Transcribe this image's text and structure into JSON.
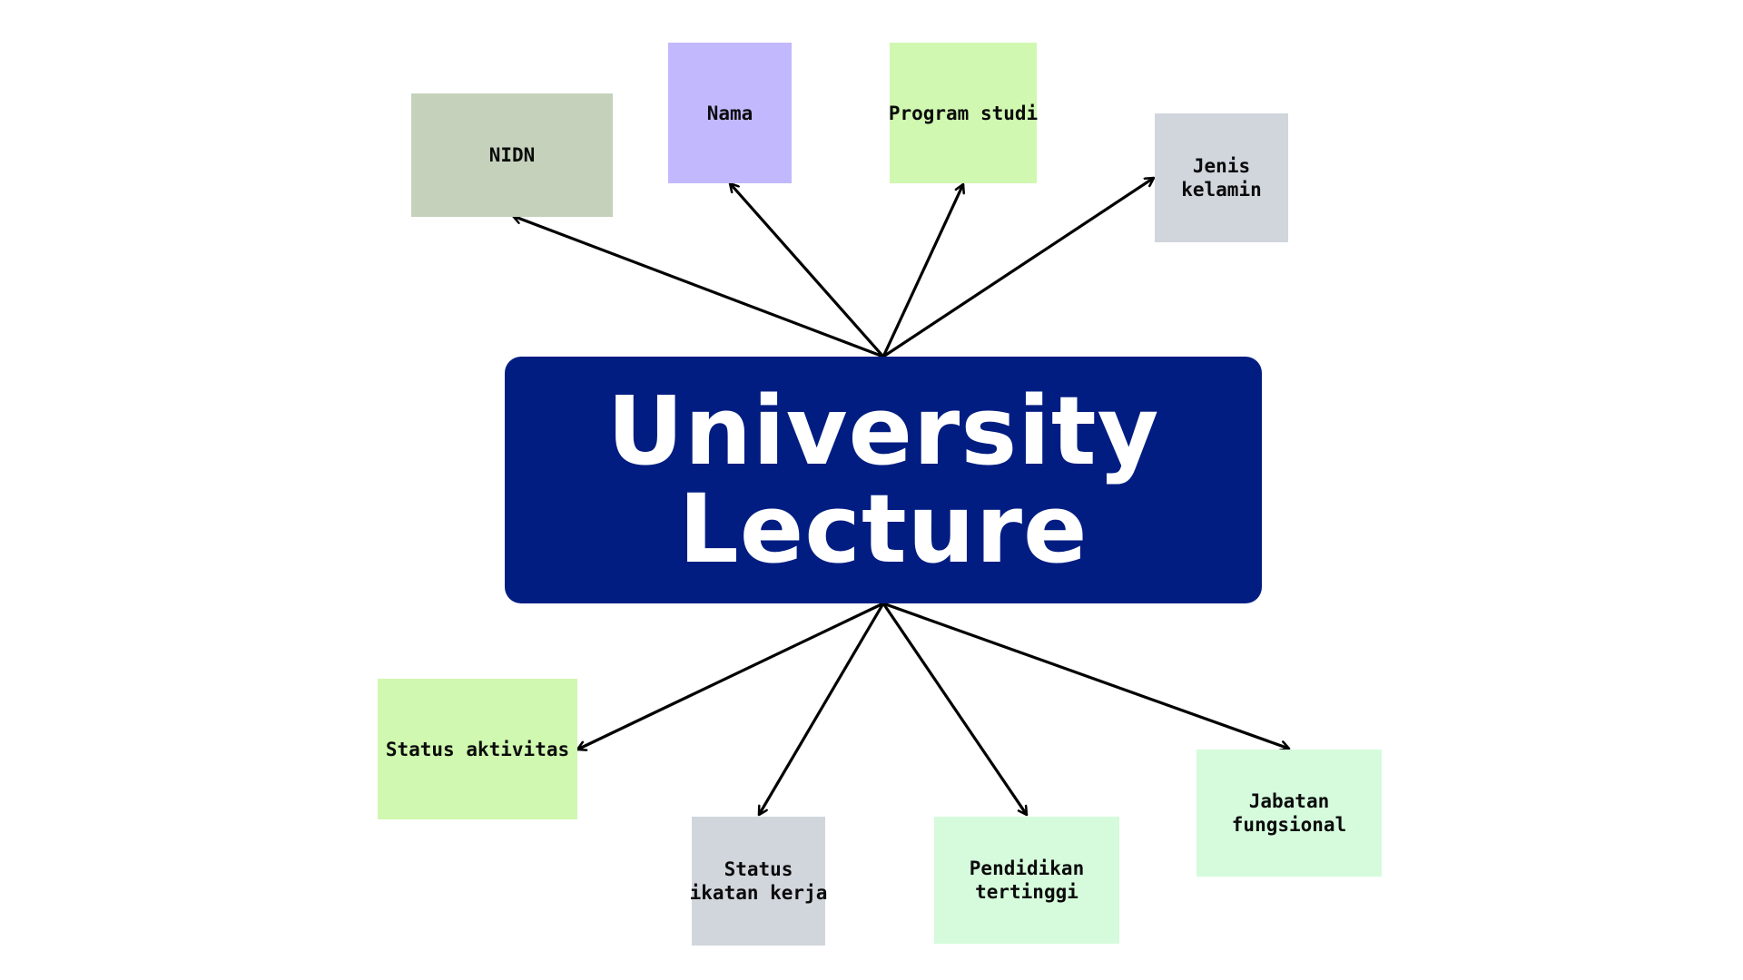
{
  "diagram": {
    "center": {
      "line1": "University",
      "line2": "Lecture",
      "fill": "#021d82",
      "text_color": "#ffffff"
    },
    "attributes": [
      {
        "id": "nidn",
        "lines": [
          "NIDN"
        ],
        "color": "#c5d1bb"
      },
      {
        "id": "nama",
        "lines": [
          "Nama"
        ],
        "color": "#c2b8fd"
      },
      {
        "id": "program-studi",
        "lines": [
          "Program studi"
        ],
        "color": "#d0f8b0"
      },
      {
        "id": "jenis-kelamin",
        "lines": [
          "Jenis",
          "kelamin"
        ],
        "color": "#d1d5dc"
      },
      {
        "id": "status-aktivitas",
        "lines": [
          "Status aktivitas"
        ],
        "color": "#d0f8b0"
      },
      {
        "id": "status-ikatan-kerja",
        "lines": [
          "Status",
          "ikatan kerja"
        ],
        "color": "#d1d5dc"
      },
      {
        "id": "pendidikan-tertinggi",
        "lines": [
          "Pendidikan",
          "tertinggi"
        ],
        "color": "#d5fbdc"
      },
      {
        "id": "jabatan-fungsional",
        "lines": [
          "Jabatan",
          "fungsional"
        ],
        "color": "#d5fbdc"
      }
    ],
    "arrow_color": "#000000"
  }
}
